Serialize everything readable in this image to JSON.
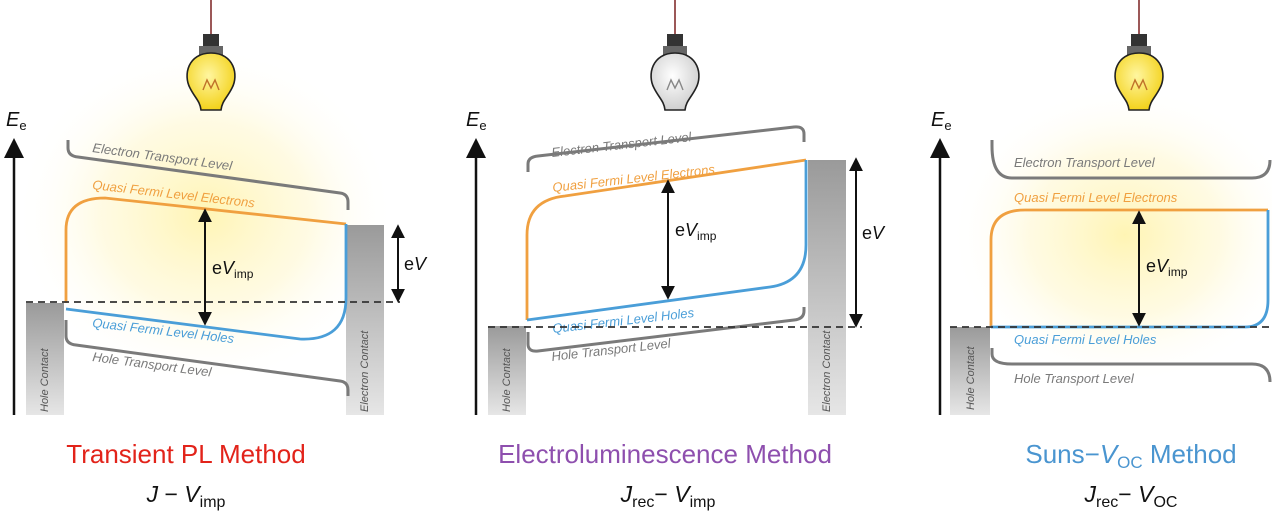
{
  "colors": {
    "transport": "#7a7a7a",
    "electrons": "#f0a040",
    "holes": "#4a9ed8",
    "dashed": "#333333",
    "method_pl": "#e2231a",
    "method_el": "#8e4fae",
    "method_suns": "#4a95d0"
  },
  "panels": [
    {
      "bulb_state": "on",
      "axis_label": "E",
      "axis_sub": "e",
      "electron_transport": "Electron Transport Level",
      "electrons_label": "Quasi Fermi Level Electrons",
      "holes_label": "Quasi Fermi Level Holes",
      "hole_transport": "Hole Transport Level",
      "hole_contact": "Hole Contact",
      "electron_contact": "Electron Contact",
      "evimp_prefix": "e",
      "evimp_var": "V",
      "evimp_sub": "imp",
      "ev_label_prefix": "e",
      "ev_label_var": "V",
      "method": "Transient PL Method",
      "formula_j": "J",
      "formula_j_sub": "",
      "formula_dash": " − ",
      "formula_v": "V",
      "formula_v_sub": "imp"
    },
    {
      "bulb_state": "off",
      "axis_label": "E",
      "axis_sub": "e",
      "electron_transport": "Electron Transport Level",
      "electrons_label": "Quasi Fermi Level Electrons",
      "holes_label": "Quasi Fermi Level Holes",
      "hole_transport": "Hole Transport Level",
      "hole_contact": "Hole Contact",
      "electron_contact": "Electron Contact",
      "evimp_prefix": "e",
      "evimp_var": "V",
      "evimp_sub": "imp",
      "ev_label_prefix": "e",
      "ev_label_var": "V",
      "method": "Electroluminescence Method",
      "formula_j": "J",
      "formula_j_sub": "rec",
      "formula_dash": "− ",
      "formula_v": "V",
      "formula_v_sub": "imp"
    },
    {
      "bulb_state": "on",
      "axis_label": "E",
      "axis_sub": "e",
      "electron_transport": "Electron Transport Level",
      "electrons_label": "Quasi Fermi Level Electrons",
      "holes_label": "Quasi Fermi Level Holes",
      "hole_transport": "Hole Transport Level",
      "hole_contact": "Hole Contact",
      "evimp_prefix": "e",
      "evimp_var": "V",
      "evimp_sub": "imp",
      "method_prefix": "Suns−",
      "method_var": "V",
      "method_var_sub": "OC",
      "method_suffix": " Method",
      "formula_j": "J",
      "formula_j_sub": "rec",
      "formula_dash": "− ",
      "formula_v": "V",
      "formula_v_sub": "OC"
    }
  ]
}
